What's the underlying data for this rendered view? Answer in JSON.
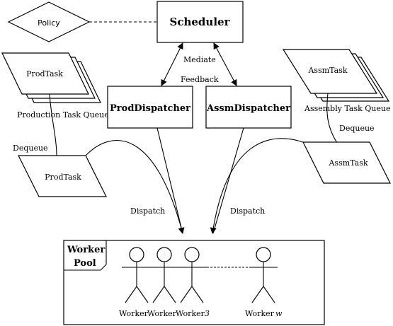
{
  "policy": {
    "label": "Policy"
  },
  "scheduler": {
    "label": "Scheduler"
  },
  "edges": {
    "mediate": "Mediate",
    "feedback": "Feedback",
    "dequeue": "Dequeue",
    "dispatch": "Dispatch"
  },
  "prod": {
    "queue_task_label": "ProdTask",
    "queue_label": "Production Task Queue",
    "dispatcher_label": "ProdDispatcher",
    "dequeued_task_label": "ProdTask"
  },
  "assm": {
    "queue_task_label": "AssmTask",
    "queue_label": "Assembly Task Queue",
    "dispatcher_label": "AssmDispatcher",
    "dequeued_task_label": "AssmTask"
  },
  "worker_pool": {
    "title_line1": "Worker",
    "title_line2": "Pool",
    "workers": [
      {
        "label": "Worker"
      },
      {
        "label": "Worker"
      },
      {
        "label": "Worker",
        "index": "3"
      },
      {
        "label": "Worker",
        "index": "w"
      }
    ]
  }
}
